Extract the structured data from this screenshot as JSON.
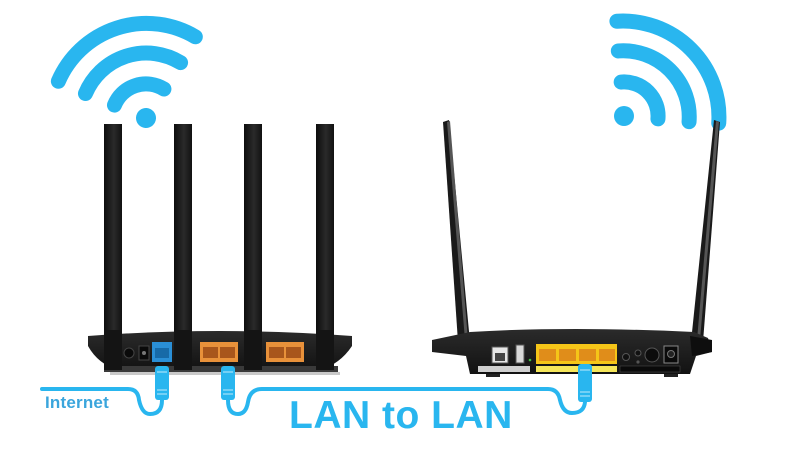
{
  "diagram": {
    "title": "LAN to LAN",
    "labels": {
      "internet": "Internet",
      "lan_to_lan": "LAN to LAN"
    },
    "colors": {
      "accent": "#29b6ef",
      "label_text": "#3aa5dc",
      "router_body": "#1e1e1e",
      "wan_port": "#2a8fd6",
      "lan_port_left": "#e8913a",
      "lan_port_right": "#f5c518"
    },
    "nodes": [
      {
        "id": "router-1",
        "type": "router",
        "antennas": 4,
        "wifi": true,
        "ports": [
          "power-button",
          "power-jack",
          "wan",
          "lan",
          "lan",
          "lan",
          "lan"
        ]
      },
      {
        "id": "router-2",
        "type": "modem-router",
        "antennas": 2,
        "wifi": true,
        "ports": [
          "dsl",
          "usb",
          "lan",
          "lan",
          "lan",
          "lan",
          "wifi-button",
          "wps-button",
          "power-button",
          "power-jack"
        ]
      }
    ],
    "connections": [
      {
        "from": "internet",
        "to": "router-1.wan",
        "label": "Internet"
      },
      {
        "from": "router-1.lan",
        "to": "router-2.lan",
        "label": "LAN to LAN"
      }
    ]
  }
}
